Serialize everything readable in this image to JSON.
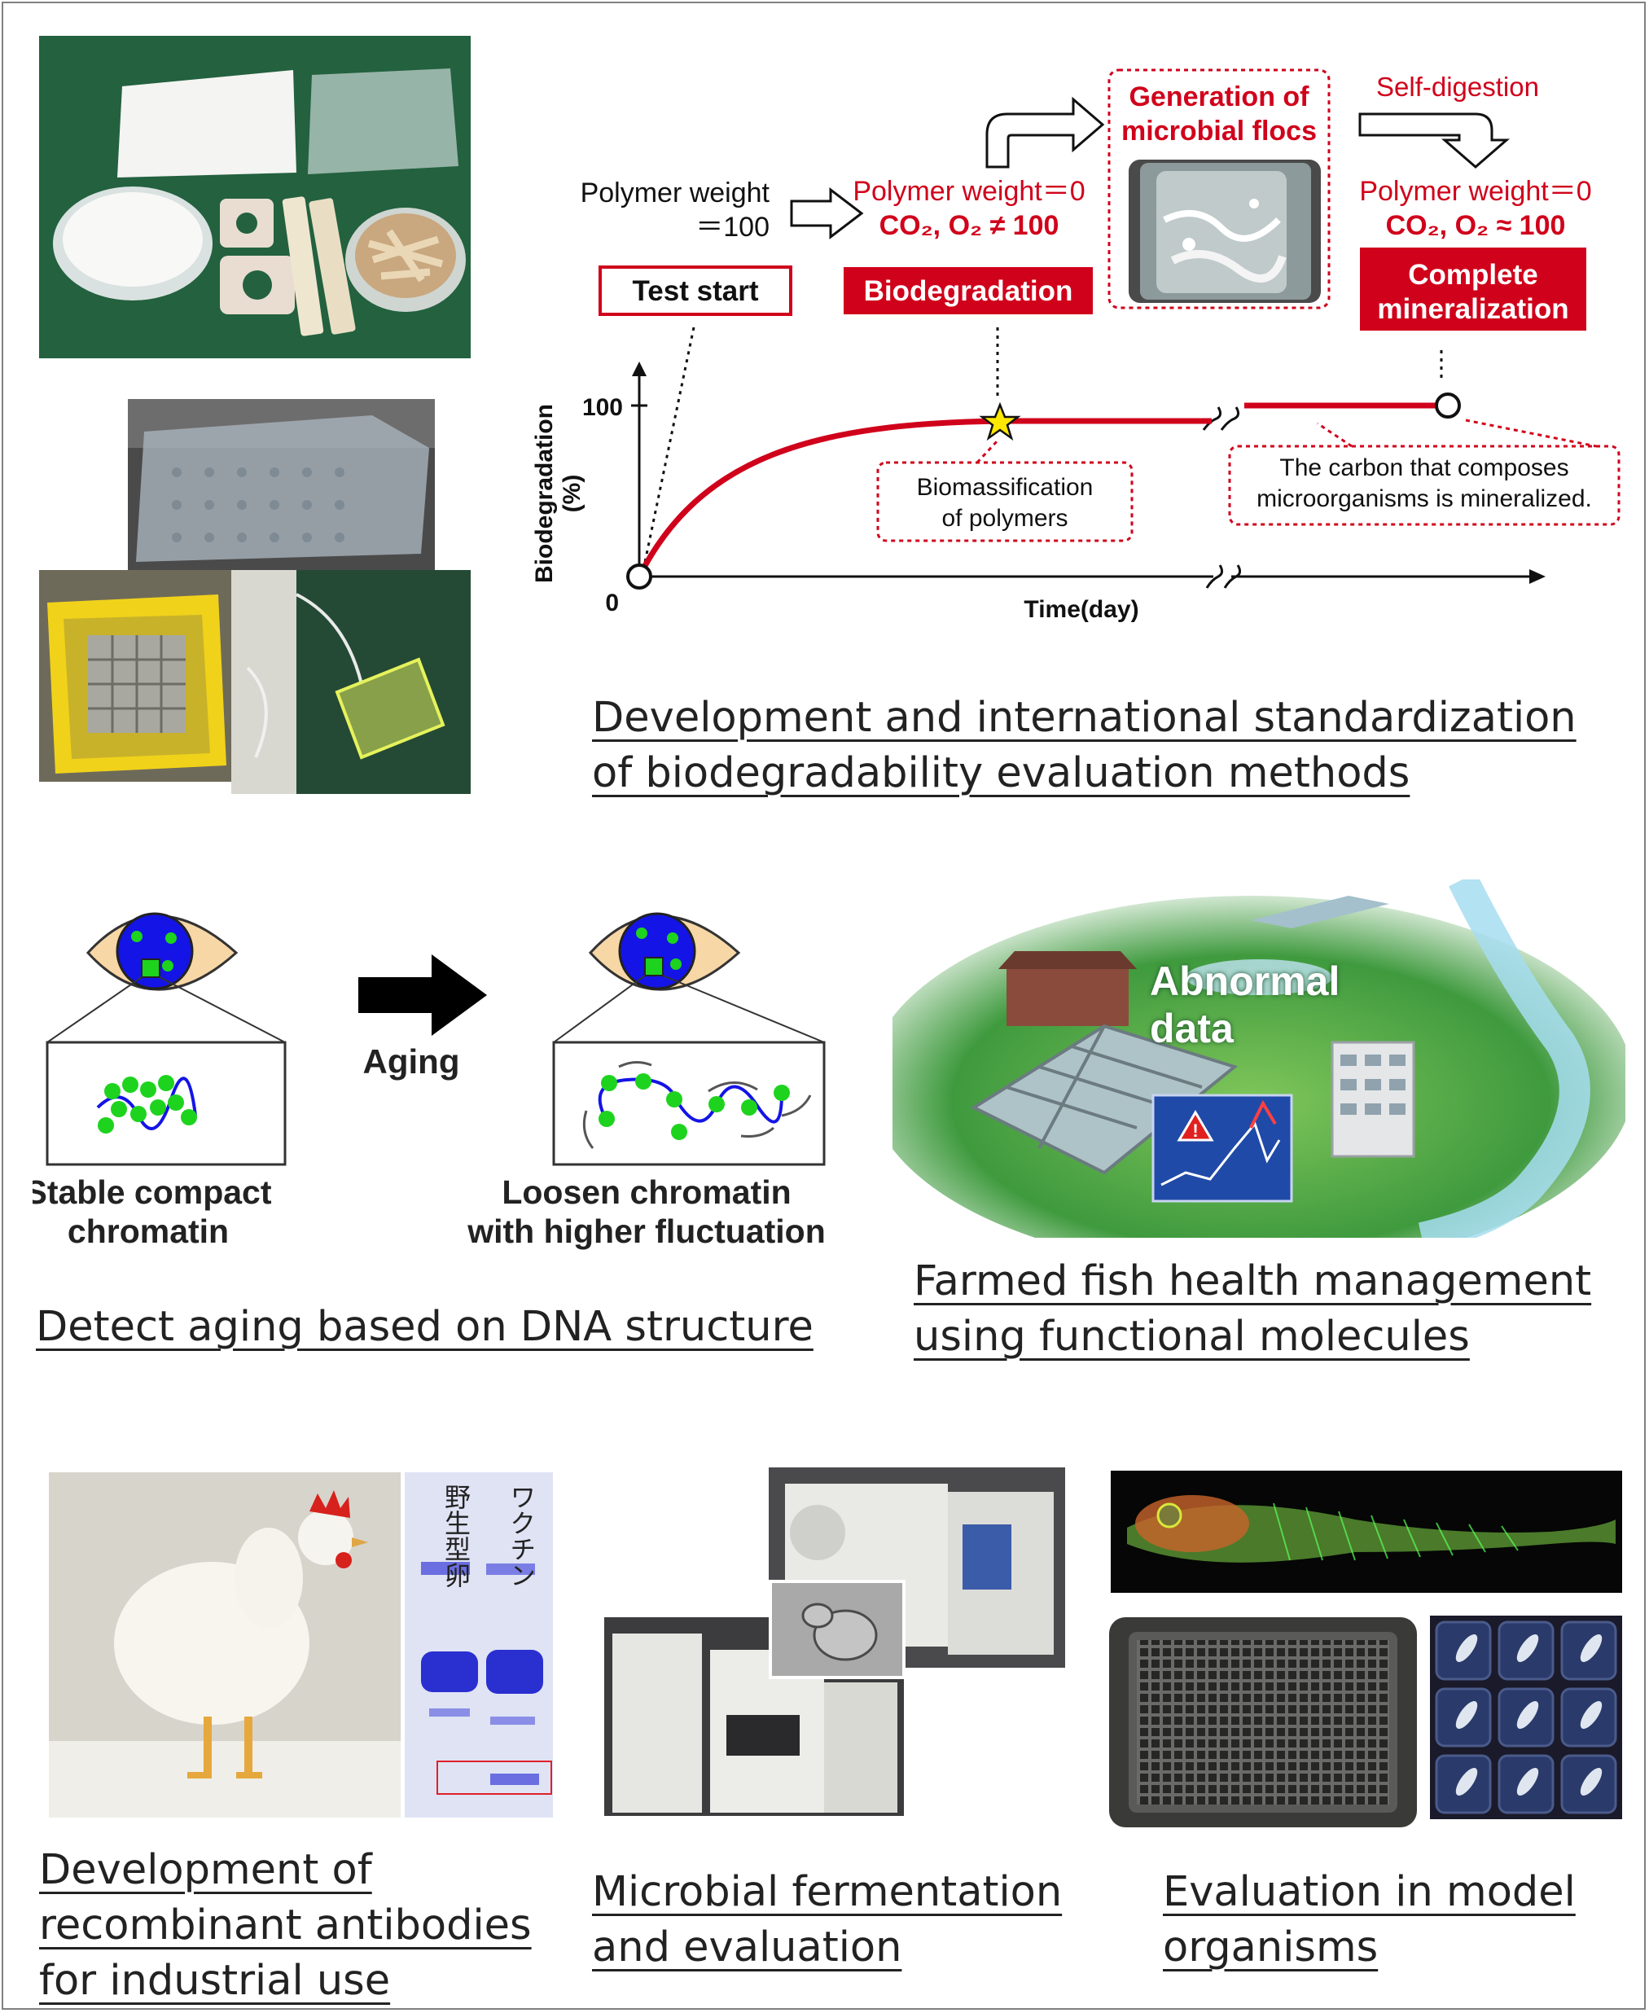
{
  "colors": {
    "accent_red": "#d0021b",
    "chromatin_green": "#1ed31e",
    "nucleus_blue": "#1414e6",
    "cell_tan": "#f7d7a6"
  },
  "biodegradation_panel": {
    "start_text_line1": "Polymer weight",
    "start_text_line2": "＝100",
    "mid_text_line1": "Polymer weight＝0",
    "mid_text_line2": "CO₂, O₂ ≠ 100",
    "end_text_line1": "Polymer weight＝0",
    "end_text_line2": "CO₂, O₂ ≈ 100",
    "flocs_line1": "Generation of",
    "flocs_line2": "microbial flocs",
    "self_digestion": "Self-digestion",
    "test_start": "Test start",
    "biodegradation_label": "Biodegradation",
    "complete_line1": "Complete",
    "complete_line2": "mineralization",
    "ylabel_line1": "Biodegradation",
    "ylabel_line2": "(%)",
    "y_tick_100": "100",
    "y_tick_0": "0",
    "xlabel": "Time(day)",
    "biomass_line1": "Biomassification",
    "biomass_line2": "of polymers",
    "carbon_line1": "The carbon that composes",
    "carbon_line2": "microorganisms is mineralized.",
    "caption_line1": "Development and international standardization",
    "caption_line2": "of biodegradability evaluation methods"
  },
  "aging_panel": {
    "aging_label": "Aging",
    "stable_line1": "Stable compact",
    "stable_line2": "chromatin",
    "loosen_line1": "Loosen chromatin",
    "loosen_line2": "with higher fluctuation",
    "caption": "Detect aging based on DNA structure"
  },
  "fish_panel": {
    "abnormal_line1": "Abnormal",
    "abnormal_line2": "data",
    "caption_line1": "Farmed fish health management",
    "caption_line2": "using functional molecules"
  },
  "antibody_panel": {
    "gel_label_1": "野生型卵",
    "gel_label_2": "ワクチン",
    "caption_line1": "Development of",
    "caption_line2": "recombinant antibodies",
    "caption_line3": "for industrial use"
  },
  "fermentation_panel": {
    "caption_line1": "Microbial fermentation",
    "caption_line2": "and evaluation"
  },
  "model_panel": {
    "caption_line1": "Evaluation in model",
    "caption_line2": "organisms"
  }
}
